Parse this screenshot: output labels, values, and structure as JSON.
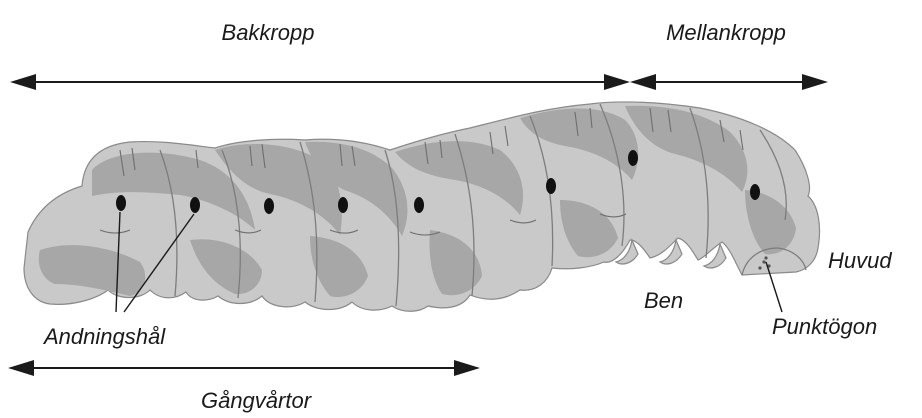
{
  "labels": {
    "abdomen": "Bakkropp",
    "thorax": "Mellankropp",
    "head": "Huvud",
    "legs": "Ben",
    "ocelli": "Punktögon",
    "spiracles": "Andningshål",
    "prolegs": "Gångvårtor"
  },
  "colors": {
    "body_light": "#c9c9c9",
    "body_dark": "#a7a7a7",
    "ink": "#1a1a1a"
  }
}
